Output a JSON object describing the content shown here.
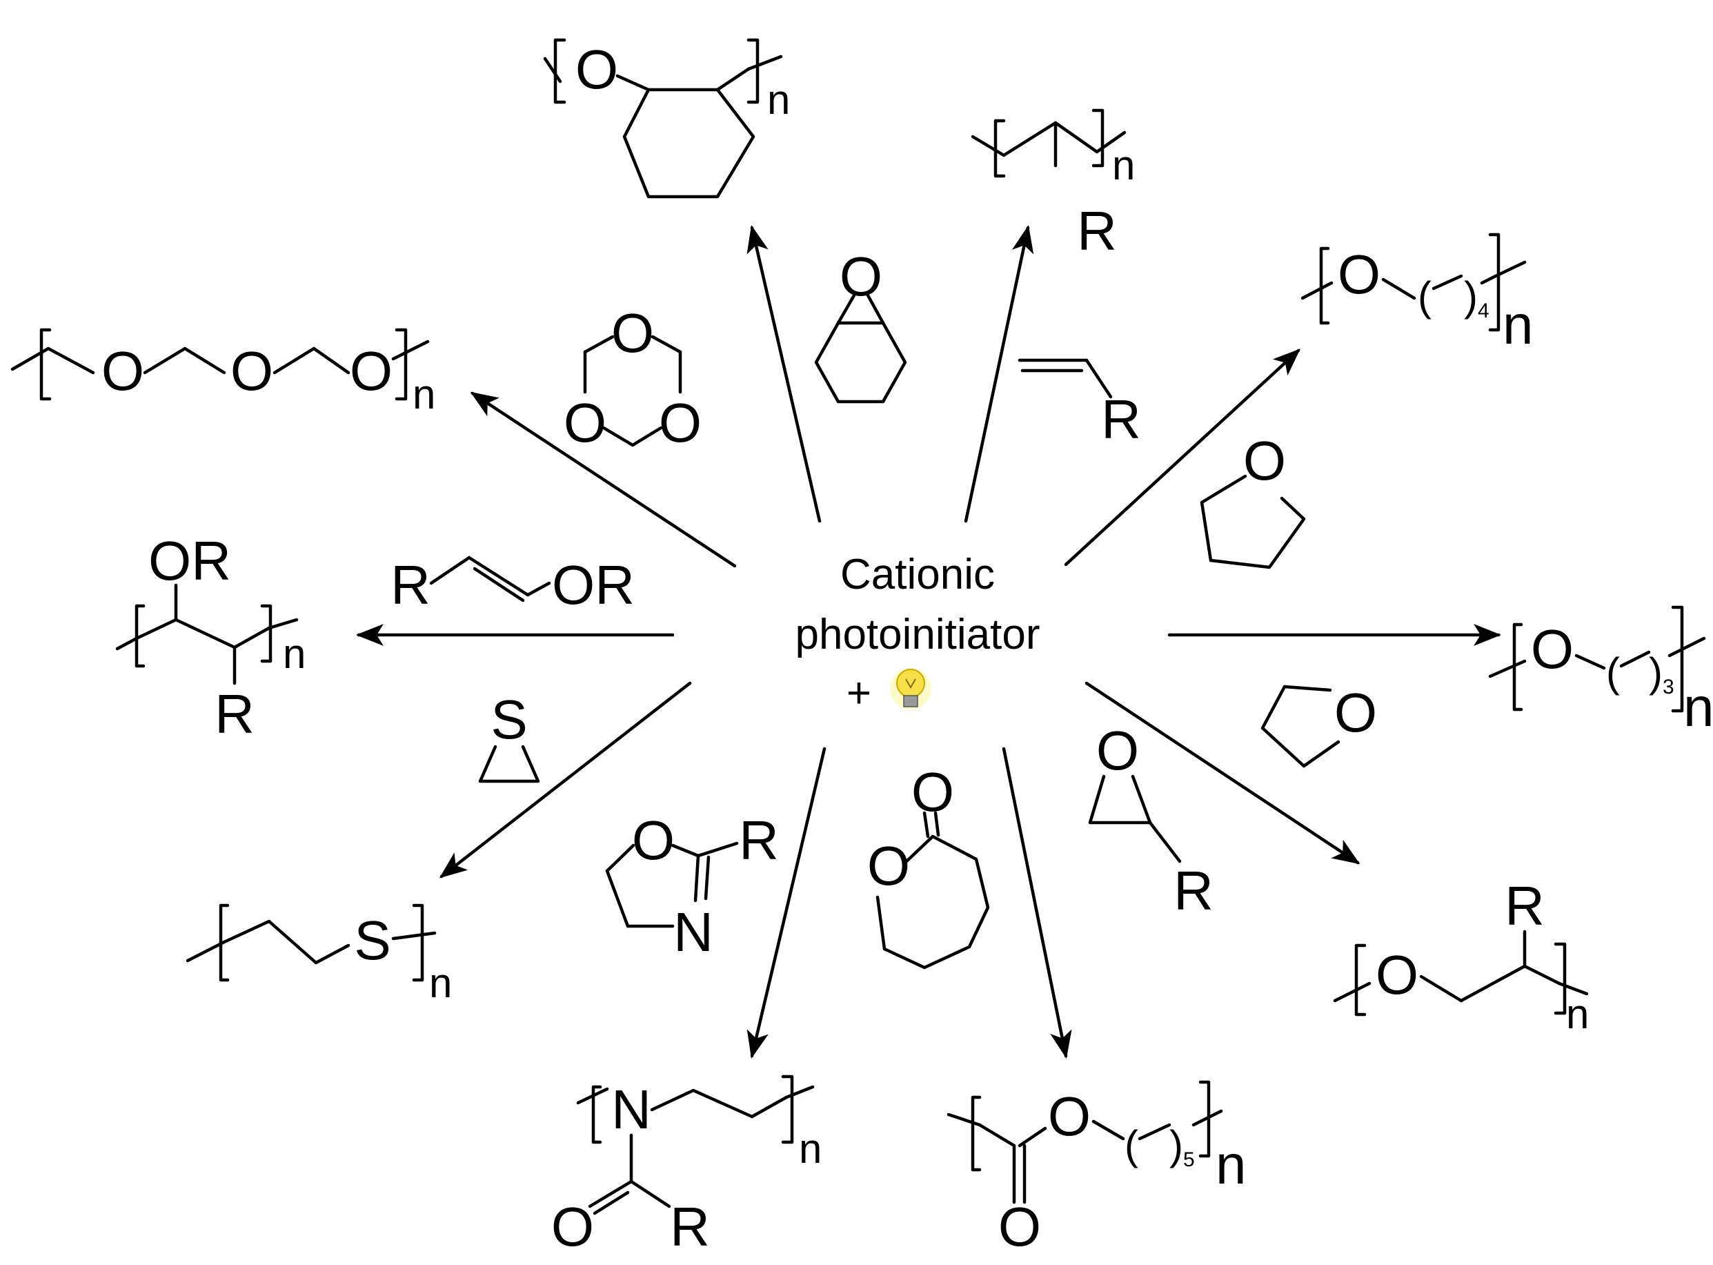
{
  "center": {
    "line1": "Cationic",
    "line2": "photoinitiator",
    "plus": "+",
    "light": "light-bulb-icon"
  },
  "labels": {
    "O": "O",
    "S": "S",
    "N": "N",
    "R": "R",
    "OR": "OR",
    "n": "n",
    "sub3": "3",
    "sub4": "4",
    "sub5": "5",
    "paren_open": "(",
    "paren_close": ")"
  },
  "colors": {
    "line": "#000000",
    "bulb": "#f6e04a",
    "bulb_glow": "#fff6a0"
  }
}
